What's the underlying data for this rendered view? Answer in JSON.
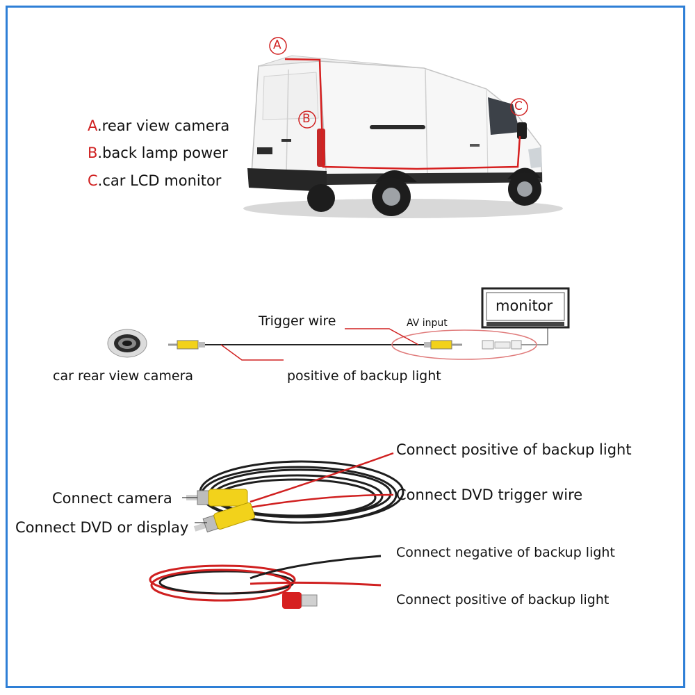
{
  "legend": {
    "a_letter": "A",
    "a_text": ".rear view camera",
    "b_letter": "B",
    "b_text": ".back lamp power",
    "c_letter": "C",
    "c_text": ".car LCD monitor"
  },
  "markers": {
    "a": "A",
    "b": "B",
    "c": "C"
  },
  "wiring": {
    "trigger_wire": "Trigger wire",
    "av_input": "AV input",
    "monitor": "monitor",
    "camera_label": "car rear view camera",
    "positive_backup": "positive of backup light"
  },
  "cable": {
    "connect_positive_top": "Connect positive of backup light",
    "connect_dvd_trigger": "Connect DVD trigger wire",
    "connect_camera": "Connect camera",
    "connect_display": "Connect DVD or display",
    "connect_negative": "Connect negative of backup light",
    "connect_positive_bottom": "Connect positive of backup light"
  },
  "colors": {
    "border": "#2e7fd6",
    "accent_red": "#d02020",
    "rca_yellow": "#f2d21b"
  }
}
